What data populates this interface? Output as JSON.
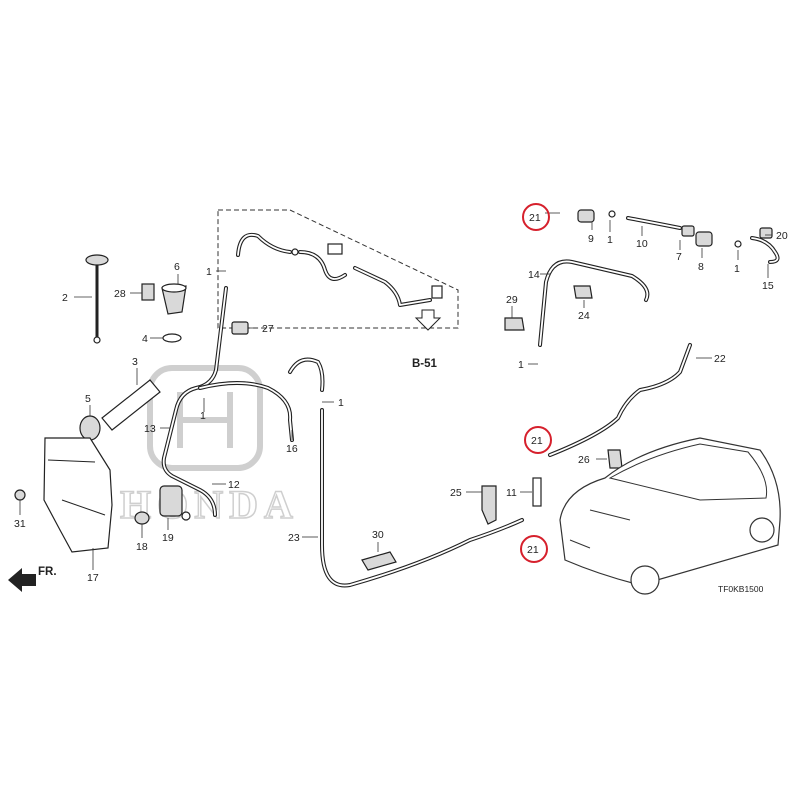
{
  "diagram": {
    "reference": "B-51",
    "direction_label": "FR.",
    "figure_code": "TF0KB1500",
    "watermark_text": "HONDA",
    "highlight_color": "#d6202c",
    "callouts": {
      "c1a": "1",
      "c1b": "1",
      "c1c": "1",
      "c1d": "1",
      "c1e": "1",
      "c1f": "1",
      "c2": "2",
      "c3": "3",
      "c4": "4",
      "c5": "5",
      "c6": "6",
      "c7": "7",
      "c8": "8",
      "c9": "9",
      "c10": "10",
      "c11": "11",
      "c12": "12",
      "c13": "13",
      "c14": "14",
      "c15": "15",
      "c16": "16",
      "c17": "17",
      "c18": "18",
      "c19": "19",
      "c20": "20",
      "c21a": "21",
      "c21b": "21",
      "c21c": "21",
      "c22": "22",
      "c23": "23",
      "c24": "24",
      "c25": "25",
      "c26": "26",
      "c27": "27",
      "c28": "28",
      "c29": "29",
      "c30": "30",
      "c31": "31"
    }
  }
}
